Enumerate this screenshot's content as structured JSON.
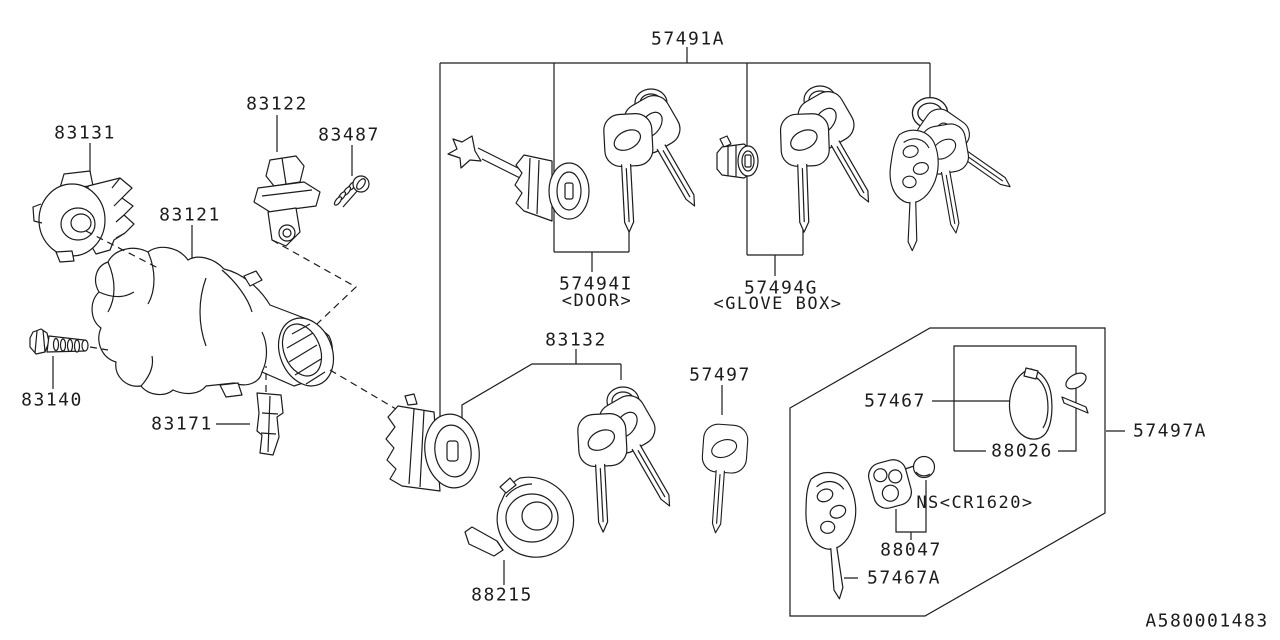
{
  "colors": {
    "background": "#ffffff",
    "line": "#1c1c1c",
    "text": "#1c1c1c"
  },
  "footer_code": "A580001483",
  "labels": {
    "p57491A": "57491A",
    "p57494I": "57494I",
    "p57494I_note": "<DOOR>",
    "p57494G": "57494G",
    "p57494G_note": "<GLOVE BOX>",
    "p83131": "83131",
    "p83122": "83122",
    "p83487": "83487",
    "p83121": "83121",
    "p83140": "83140",
    "p83171": "83171",
    "p83132": "83132",
    "p88215": "88215",
    "p57497": "57497",
    "p57497A": "57497A",
    "p57467": "57467",
    "p88026": "88026",
    "battery_note": "NS<CR1620>",
    "p88047": "88047",
    "p57467A": "57467A"
  }
}
